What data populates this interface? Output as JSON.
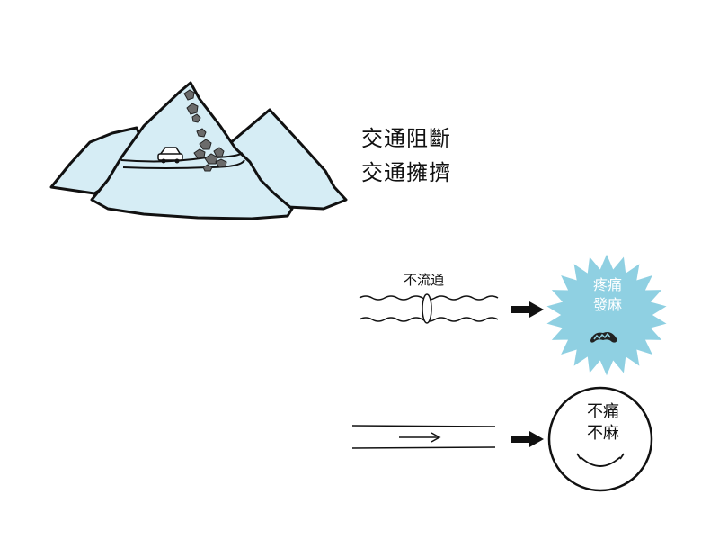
{
  "mountain": {
    "caption_lines": [
      "交通阻斷",
      "交通擁擠"
    ],
    "colors": {
      "fill": "#d6edf5",
      "rock": "#6b6b6b"
    }
  },
  "blocked": {
    "label": "不流通",
    "face_text": [
      "疼痛",
      "發麻"
    ],
    "colors": {
      "face": "#8fd0e2"
    }
  },
  "flowing": {
    "face_text": [
      "不痛",
      "不麻"
    ]
  },
  "icons": [
    "mountain-illustration",
    "rockfall-icon",
    "car-icon",
    "wavy-vessel-icon",
    "straight-vessel-icon",
    "flow-arrow-icon",
    "pain-face-icon",
    "smiley-face-icon",
    "right-arrow-icon"
  ]
}
